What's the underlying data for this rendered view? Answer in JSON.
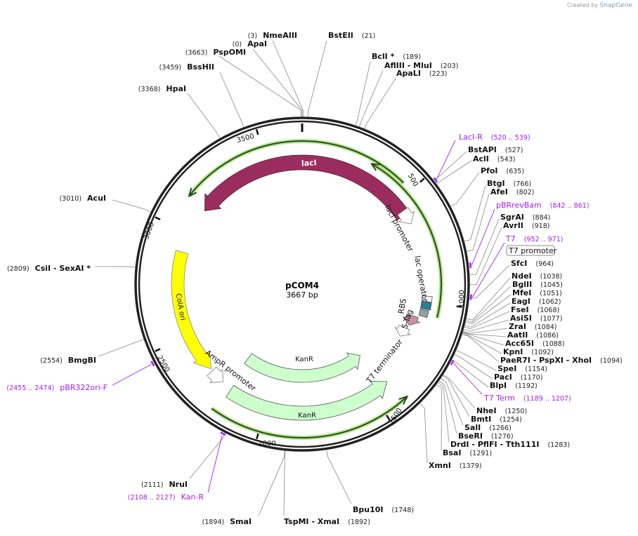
{
  "credit": {
    "prefix": "Created by",
    "brand": "SnapGene"
  },
  "plasmid": {
    "name": "pCOM4",
    "length": "3667 bp",
    "total_bp": 3667
  },
  "ticks": [
    "500",
    "1000",
    "1500",
    "2000",
    "2500",
    "3000",
    "3500"
  ],
  "boxed_label": "T7 promoter",
  "features": {
    "lacI": {
      "name": "lacI",
      "color": "#9b2d5e"
    },
    "colA": {
      "name": "ColA ori",
      "color": "#ffff00"
    },
    "kanR1": {
      "name": "KanR",
      "color": "#ccffcc"
    },
    "kanR2": {
      "name": "KanR",
      "color": "#ccffcc"
    },
    "lacIpromoter": {
      "name": "lacI promoter"
    },
    "lacOperator": {
      "name": "lac operator"
    },
    "rbs": {
      "name": "RBS",
      "color": "#9aa0a8"
    },
    "stag": {
      "name": "S-Tag",
      "color": "#c890a8"
    },
    "t7term": {
      "name": "T7 terminator"
    },
    "ampRpromoter": {
      "name": "AmpR promoter"
    },
    "teal_box_color": "#2a7f95",
    "orf_color": "#9fe070"
  },
  "enzymes": [
    {
      "name": "NmeAIII",
      "site": 3
    },
    {
      "name": "ApaI",
      "site": 0
    },
    {
      "name": "PspOMI",
      "site": 3663
    },
    {
      "name": "BssHII",
      "site": 3459
    },
    {
      "name": "HpaI",
      "site": 3368
    },
    {
      "name": "BstEII",
      "site": 21
    },
    {
      "name": "BclI *",
      "site": 189
    },
    {
      "name": "AflIII  - MluI",
      "site": 203
    },
    {
      "name": "ApaLI",
      "site": 223
    },
    {
      "name": "BstAPI",
      "site": 527
    },
    {
      "name": "AclI",
      "site": 543
    },
    {
      "name": "PfoI",
      "site": 635
    },
    {
      "name": "BtgI",
      "site": 766
    },
    {
      "name": "AfeI",
      "site": 802
    },
    {
      "name": "SgrAI",
      "site": 884
    },
    {
      "name": "AvrII",
      "site": 918
    },
    {
      "name": "SfcI",
      "site": 964
    },
    {
      "name": "NdeI",
      "site": 1038
    },
    {
      "name": "BglII",
      "site": 1045
    },
    {
      "name": "MfeI",
      "site": 1051
    },
    {
      "name": "EagI",
      "site": 1062
    },
    {
      "name": "FseI",
      "site": 1068
    },
    {
      "name": "AsiSI",
      "site": 1077
    },
    {
      "name": "ZraI",
      "site": 1084
    },
    {
      "name": "AatII",
      "site": 1086
    },
    {
      "name": "Acc65I",
      "site": 1088
    },
    {
      "name": "KpnI",
      "site": 1092
    },
    {
      "name": "PaeR7I  - PspXI  - XhoI",
      "site": 1094
    },
    {
      "name": "SpeI",
      "site": 1154
    },
    {
      "name": "PacI",
      "site": 1170
    },
    {
      "name": "BlpI",
      "site": 1192
    },
    {
      "name": "NheI",
      "site": 1250
    },
    {
      "name": "BmtI",
      "site": 1254
    },
    {
      "name": "SalI",
      "site": 1266
    },
    {
      "name": "BseRI",
      "site": 1276
    },
    {
      "name": "DrdI  - PflFI  - Tth111I",
      "site": 1283
    },
    {
      "name": "BsaI",
      "site": 1291
    },
    {
      "name": "XmnI",
      "site": 1379
    },
    {
      "name": "Bpu10I",
      "site": 1748
    },
    {
      "name": "TspMI  - XmaI",
      "site": 1892
    },
    {
      "name": "SmaI",
      "site": 1894
    },
    {
      "name": "NruI",
      "site": 2111
    },
    {
      "name": "BmgBI",
      "site": 2554
    },
    {
      "name": "CsiI  - SexAI *",
      "site": 2809
    },
    {
      "name": "AcuI",
      "site": 3010
    }
  ],
  "primers": [
    {
      "name": "LacI-R",
      "start": 520,
      "end": 539,
      "range": "(520 .. 539)"
    },
    {
      "name": "pBRrevBam",
      "start": 842,
      "end": 861,
      "range": "(842 .. 861)"
    },
    {
      "name": "T7",
      "start": 952,
      "end": 971,
      "range": "(952 .. 971)"
    },
    {
      "name": "T7 Term",
      "start": 1189,
      "end": 1207,
      "range": "(1189 .. 1207)"
    },
    {
      "name": "Kan-R",
      "start": 2108,
      "end": 2127,
      "range": "(2108 .. 2127)"
    },
    {
      "name": "pBR322ori-F",
      "start": 2455,
      "end": 2474,
      "range": "(2455 .. 2474)"
    }
  ],
  "primer_color": "#a020f0"
}
